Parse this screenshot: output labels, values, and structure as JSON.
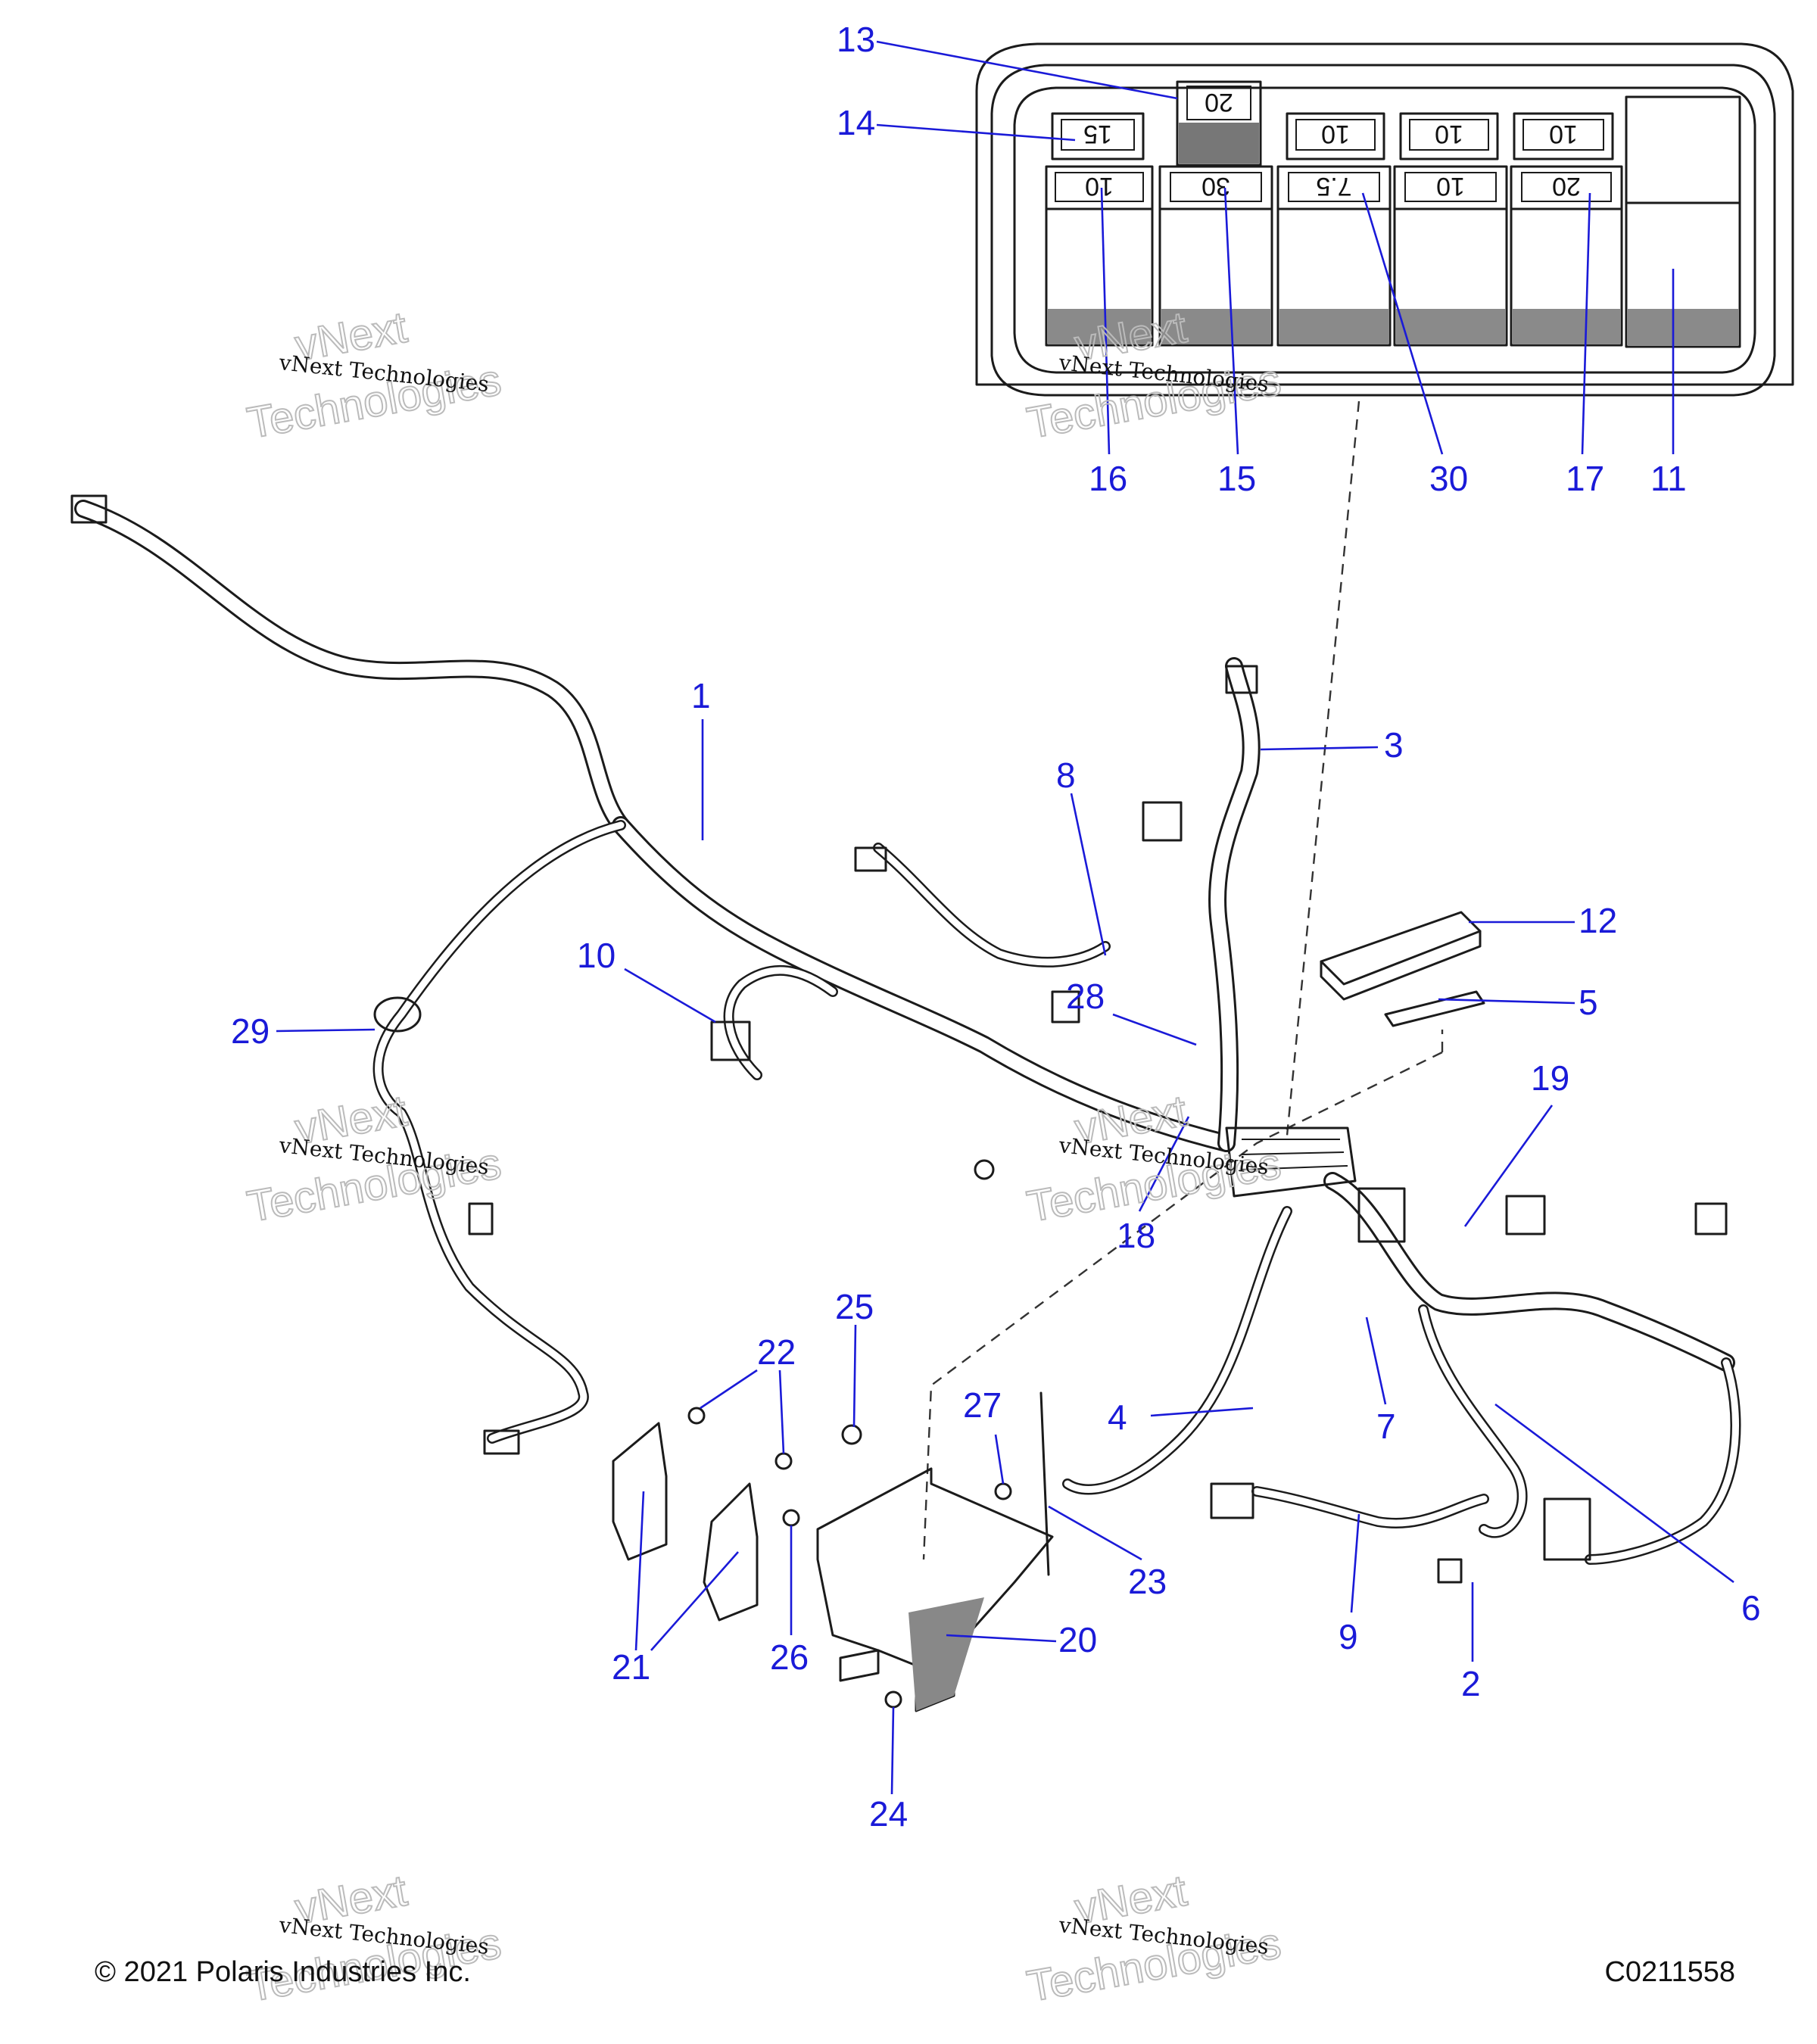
{
  "diagram": {
    "copyright": "© 2021 Polaris Industries Inc.",
    "drawing_code": "C0211558",
    "watermark": {
      "line1": "vNext",
      "line2": "Technologies",
      "small": "vNext Technologies"
    },
    "fuse_box": {
      "top_fuse": "20",
      "row1": [
        "15",
        "10",
        "10",
        "10"
      ],
      "row2": [
        "10",
        "30",
        "7.5",
        "10",
        "20"
      ]
    },
    "callouts": {
      "c1": "1",
      "c2": "2",
      "c3": "3",
      "c4": "4",
      "c5": "5",
      "c6": "6",
      "c7": "7",
      "c8": "8",
      "c9": "9",
      "c10": "10",
      "c11": "11",
      "c12": "12",
      "c13": "13",
      "c14": "14",
      "c15": "15",
      "c16": "16",
      "c17": "17",
      "c18": "18",
      "c19": "19",
      "c20": "20",
      "c21": "21",
      "c22": "22",
      "c23": "23",
      "c24": "24",
      "c25": "25",
      "c26": "26",
      "c27": "27",
      "c28": "28",
      "c29": "29",
      "c30": "30"
    }
  }
}
